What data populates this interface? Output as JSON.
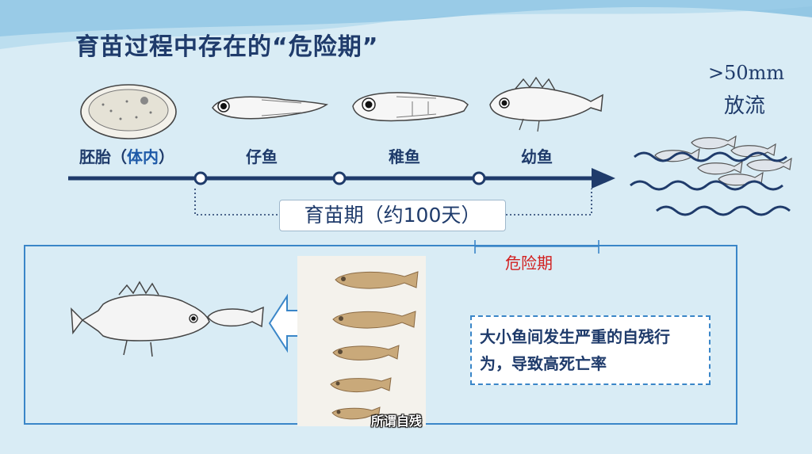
{
  "title": "育苗过程中存在的“危险期”",
  "stages": [
    {
      "label_main": "胚胎",
      "label_paren_open": "（",
      "label_paren_inner": "体内",
      "label_paren_close": "）"
    },
    {
      "label_main": "仔鱼"
    },
    {
      "label_main": "稚鱼"
    },
    {
      "label_main": "幼鱼"
    }
  ],
  "release": {
    "size": ">50mm",
    "label": "放流"
  },
  "nursery_period": "育苗期（约100天）",
  "danger_period": "危险期",
  "note": "大小鱼间发生严重的自残行为，导致高死亡率",
  "caption": "所谓自残",
  "colors": {
    "navy": "#1f3b6b",
    "danger": "#d22020",
    "panel_border": "#3a86c8",
    "background": "#d9ecf5"
  }
}
